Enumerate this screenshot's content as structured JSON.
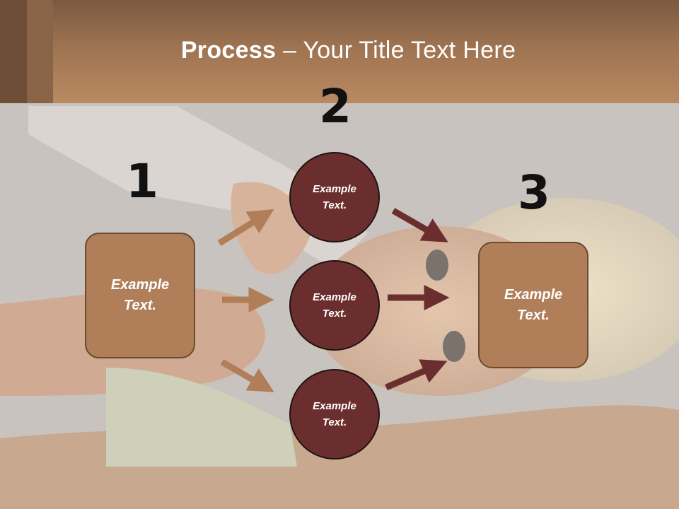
{
  "title": {
    "bold": "Process",
    "rest": " – Your Title Text Here"
  },
  "steps": [
    {
      "number": "1"
    },
    {
      "number": "2"
    },
    {
      "number": "3"
    }
  ],
  "left_box": {
    "text": "Example\nText."
  },
  "circles": [
    {
      "text": "Example\nText."
    },
    {
      "text": "Example\nText."
    },
    {
      "text": "Example\nText."
    }
  ],
  "right_box": {
    "text": "Example\nText."
  },
  "colors": {
    "header": "#b07e59",
    "box_fill": "#b07e59",
    "circle_fill": "#6b2e2e",
    "arrow_light": "#b07e59",
    "arrow_dark": "#6b2e2e"
  }
}
